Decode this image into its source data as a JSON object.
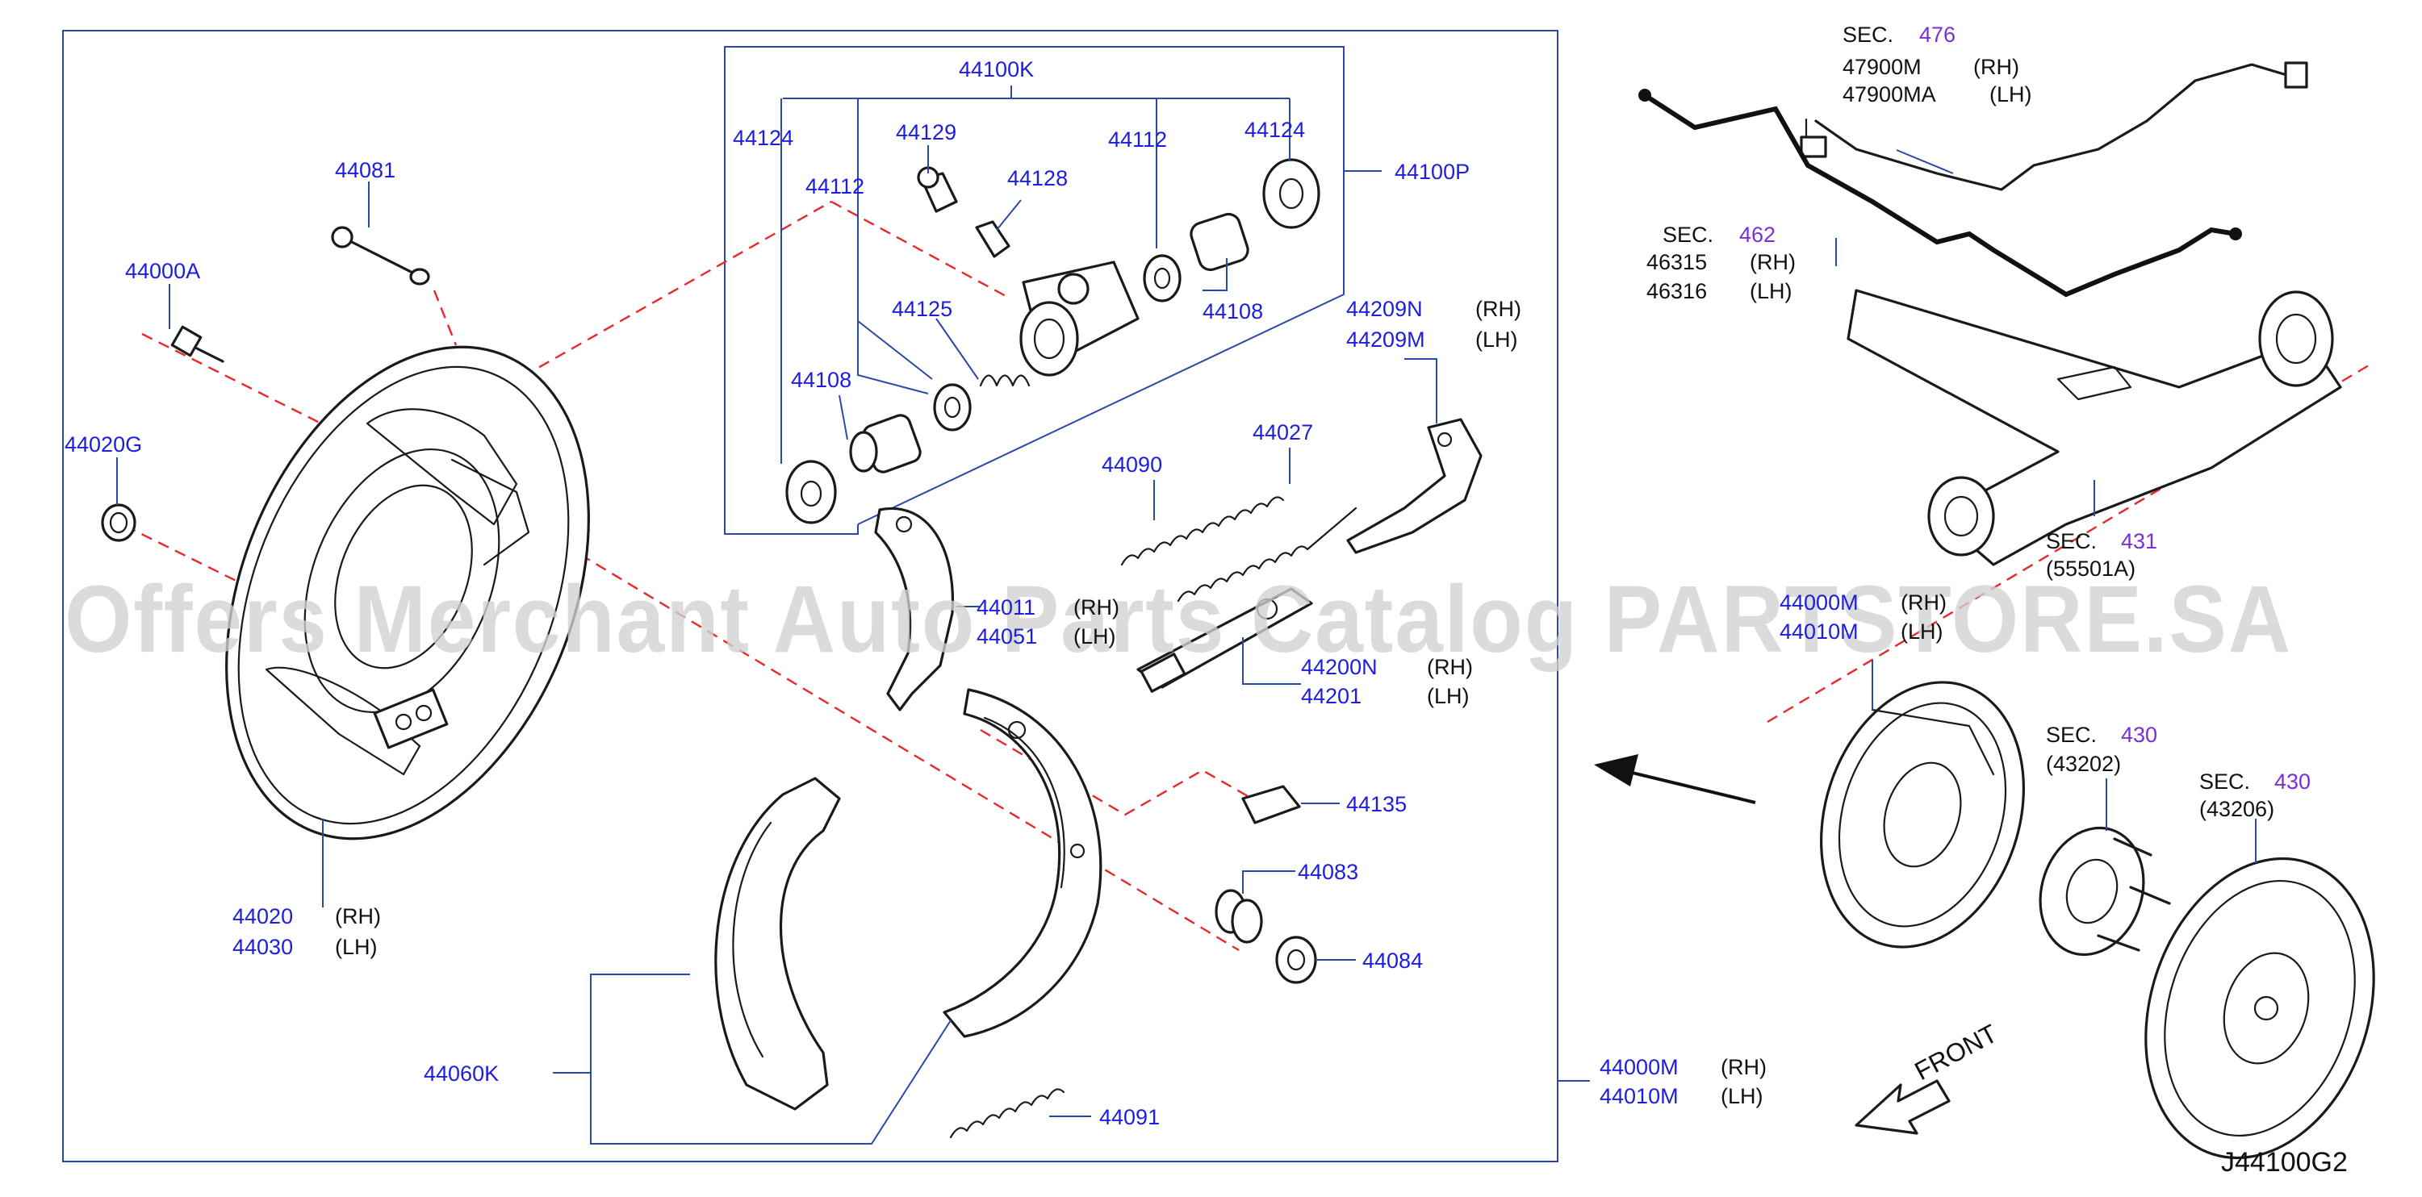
{
  "diagram_code": "J44100G2",
  "watermark": "Offers Merchant Auto Parts Catalog PARTSTORE.SA",
  "front_label": "FRONT",
  "parts": {
    "p44100K": "44100K",
    "p44100P": "44100P",
    "p44124a": "44124",
    "p44124b": "44124",
    "p44112a": "44112",
    "p44112b": "44112",
    "p44129": "44129",
    "p44128": "44128",
    "p44125": "44125",
    "p44108a": "44108",
    "p44108b": "44108",
    "p44081": "44081",
    "p44000A": "44000A",
    "p44020G": "44020G",
    "p44020": "44020",
    "p44030": "44030",
    "p44060K": "44060K",
    "p44090": "44090",
    "p44027": "44027",
    "p44209N": "44209N",
    "p44209M": "44209M",
    "p44011": "44011",
    "p44051": "44051",
    "p44200N": "44200N",
    "p44201": "44201",
    "p44135": "44135",
    "p44083": "44083",
    "p44084": "44084",
    "p44091": "44091",
    "p44000M": "44000M",
    "p44010M": "44010M",
    "p44000Mb": "44000M",
    "p44010Mb": "44010M"
  },
  "sides": {
    "rh": "(RH)",
    "lh": "(LH)"
  },
  "sections": {
    "sec_word": "SEC.",
    "s476": "476",
    "p47900M": "47900M",
    "p47900MA": "47900MA",
    "s462": "462",
    "p46315": "46315",
    "p46316": "46316",
    "s431": "431",
    "p55501A": "(55501A)",
    "s430a": "430",
    "p43202": "(43202)",
    "s430b": "430",
    "p43206": "(43206)"
  },
  "colors": {
    "part_number": "#1d1de0",
    "section_number": "#7a2fd6",
    "leader_line": "#2b4aa8",
    "centerline": "#e8282b"
  }
}
